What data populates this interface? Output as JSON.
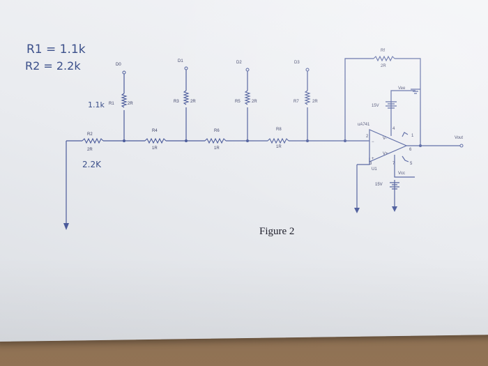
{
  "notes": {
    "line1": "R1 = 1.1k",
    "line2": "R2 = 2.2k",
    "r1_value": "1.1k",
    "r2_value": "2.2K"
  },
  "figure_caption": "Figure 2",
  "bits": [
    {
      "digital": "D0",
      "vert_res": "R1",
      "vert_val": "2R",
      "series_res": "R2",
      "series_val": "2R"
    },
    {
      "digital": "D1",
      "vert_res": "R3",
      "vert_val": "2R",
      "series_res": "R4",
      "series_val": "1R"
    },
    {
      "digital": "D2",
      "vert_res": "R5",
      "vert_val": "2R",
      "series_res": "R6",
      "series_val": "1R"
    },
    {
      "digital": "D3",
      "vert_res": "R7",
      "vert_val": "2R",
      "series_res": "R8",
      "series_val": "1R"
    }
  ],
  "feedback": {
    "name": "Rf",
    "value": "2R"
  },
  "opamp": {
    "part": "uA741",
    "u": "U1",
    "pin_2": "2",
    "pin_3": "3",
    "pin_4": "4",
    "pin_6": "6",
    "pin_7": "7",
    "pin_1": "1",
    "pin_5": "5",
    "vneg": "V-",
    "vpos": "V+",
    "minus": "−",
    "plus": "+"
  },
  "supplies": {
    "vee_label": "Vee",
    "vee_volt": "15V",
    "vcc_label": "Vcc",
    "vcc_volt": "15V"
  },
  "output_label": "Vout"
}
